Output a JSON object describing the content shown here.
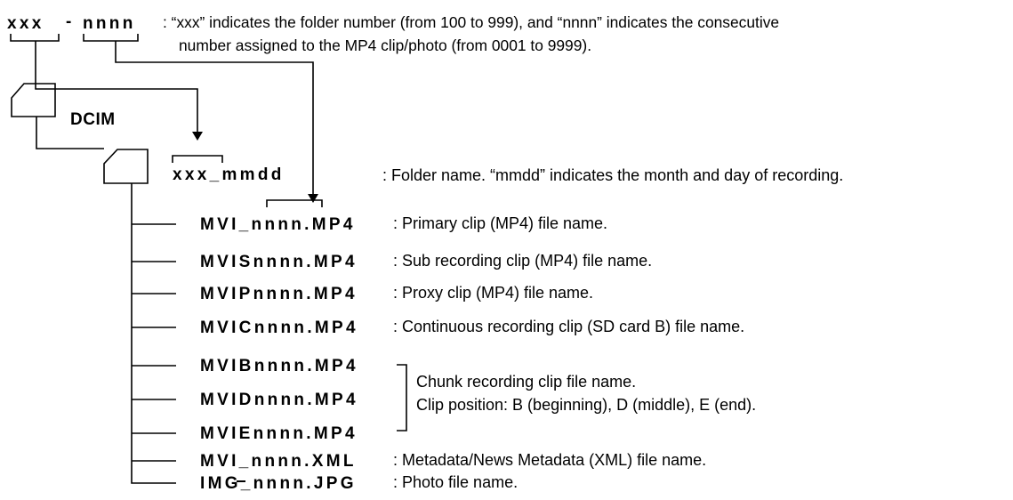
{
  "header": {
    "folder_part": "xxx",
    "separator": "-",
    "number_part": "nnnn",
    "description_line1": ": “xxx” indicates the folder number (from 100 to 999), and “nnnn” indicates the consecutive",
    "description_line2": "number assigned to the MP4 clip/photo (from 0001 to 9999)."
  },
  "tree": {
    "root_folder": "DCIM",
    "sub_folder": "xxx_mmdd",
    "sub_folder_description": ": Folder name. “mmdd” indicates the month and day of recording.",
    "files": [
      {
        "name": "MVI_nnnn.MP4",
        "description": ": Primary clip (MP4) file name."
      },
      {
        "name": "MVISnnnn.MP4",
        "description": ": Sub recording clip (MP4) file name."
      },
      {
        "name": "MVIPnnnn.MP4",
        "description": ": Proxy clip (MP4) file name."
      },
      {
        "name": "MVICnnnn.MP4",
        "description": ": Continuous recording clip (SD card B) file name."
      },
      {
        "name": "MVIBnnnn.MP4",
        "description": ""
      },
      {
        "name": "MVIDnnnn.MP4",
        "description": ""
      },
      {
        "name": "MVIEnnnn.MP4",
        "description": ""
      },
      {
        "name": "MVI_nnnn.XML",
        "description": ": Metadata/News Metadata (XML) file name."
      },
      {
        "name": "IMG_nnnn.JPG",
        "description": ": Photo file name."
      }
    ],
    "chunk_group": {
      "line1": "Chunk recording clip file name.",
      "line2": "Clip position: B (beginning), D (middle), E (end)."
    }
  },
  "colors": {
    "ink": "#000000",
    "background": "#ffffff"
  },
  "icons": [
    "folder-icon-dcim",
    "folder-icon-sub"
  ]
}
